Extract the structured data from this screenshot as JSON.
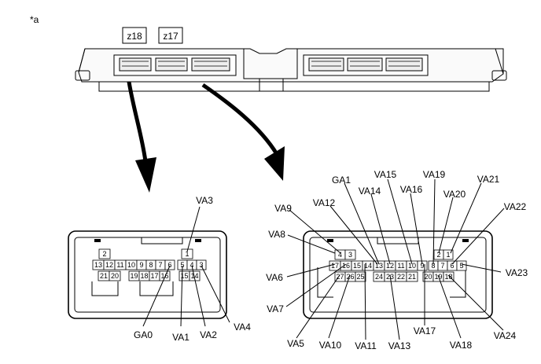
{
  "figure_marker": "*a",
  "connector_tags": {
    "left": "z18",
    "right": "z17"
  },
  "left_connector": {
    "pins_row1": [
      "2",
      "1"
    ],
    "pins_row2": [
      "13",
      "12",
      "11",
      "10",
      "9",
      "8",
      "7",
      "6",
      "5",
      "4",
      "3"
    ],
    "pins_row3": [
      "21",
      "20",
      "19",
      "18",
      "17",
      "16",
      "15",
      "14"
    ],
    "labels": [
      "VA3",
      "GA0",
      "VA1",
      "VA2",
      "VA4"
    ]
  },
  "right_connector": {
    "pins_row1": [
      "4",
      "3",
      "2",
      "1"
    ],
    "pins_row2": [
      "17",
      "16",
      "15",
      "14",
      "13",
      "12",
      "11",
      "10",
      "9",
      "8",
      "7",
      "6",
      "5"
    ],
    "pins_row3": [
      "27",
      "26",
      "25",
      "24",
      "23",
      "22",
      "21",
      "20",
      "19",
      "18"
    ],
    "labels": [
      "GA1",
      "VA15",
      "VA19",
      "VA21",
      "VA9",
      "VA12",
      "VA14",
      "VA16",
      "VA20",
      "VA22",
      "VA8",
      "VA6",
      "VA23",
      "VA7",
      "VA5",
      "VA10",
      "VA11",
      "VA13",
      "VA17",
      "VA18",
      "VA24"
    ]
  }
}
